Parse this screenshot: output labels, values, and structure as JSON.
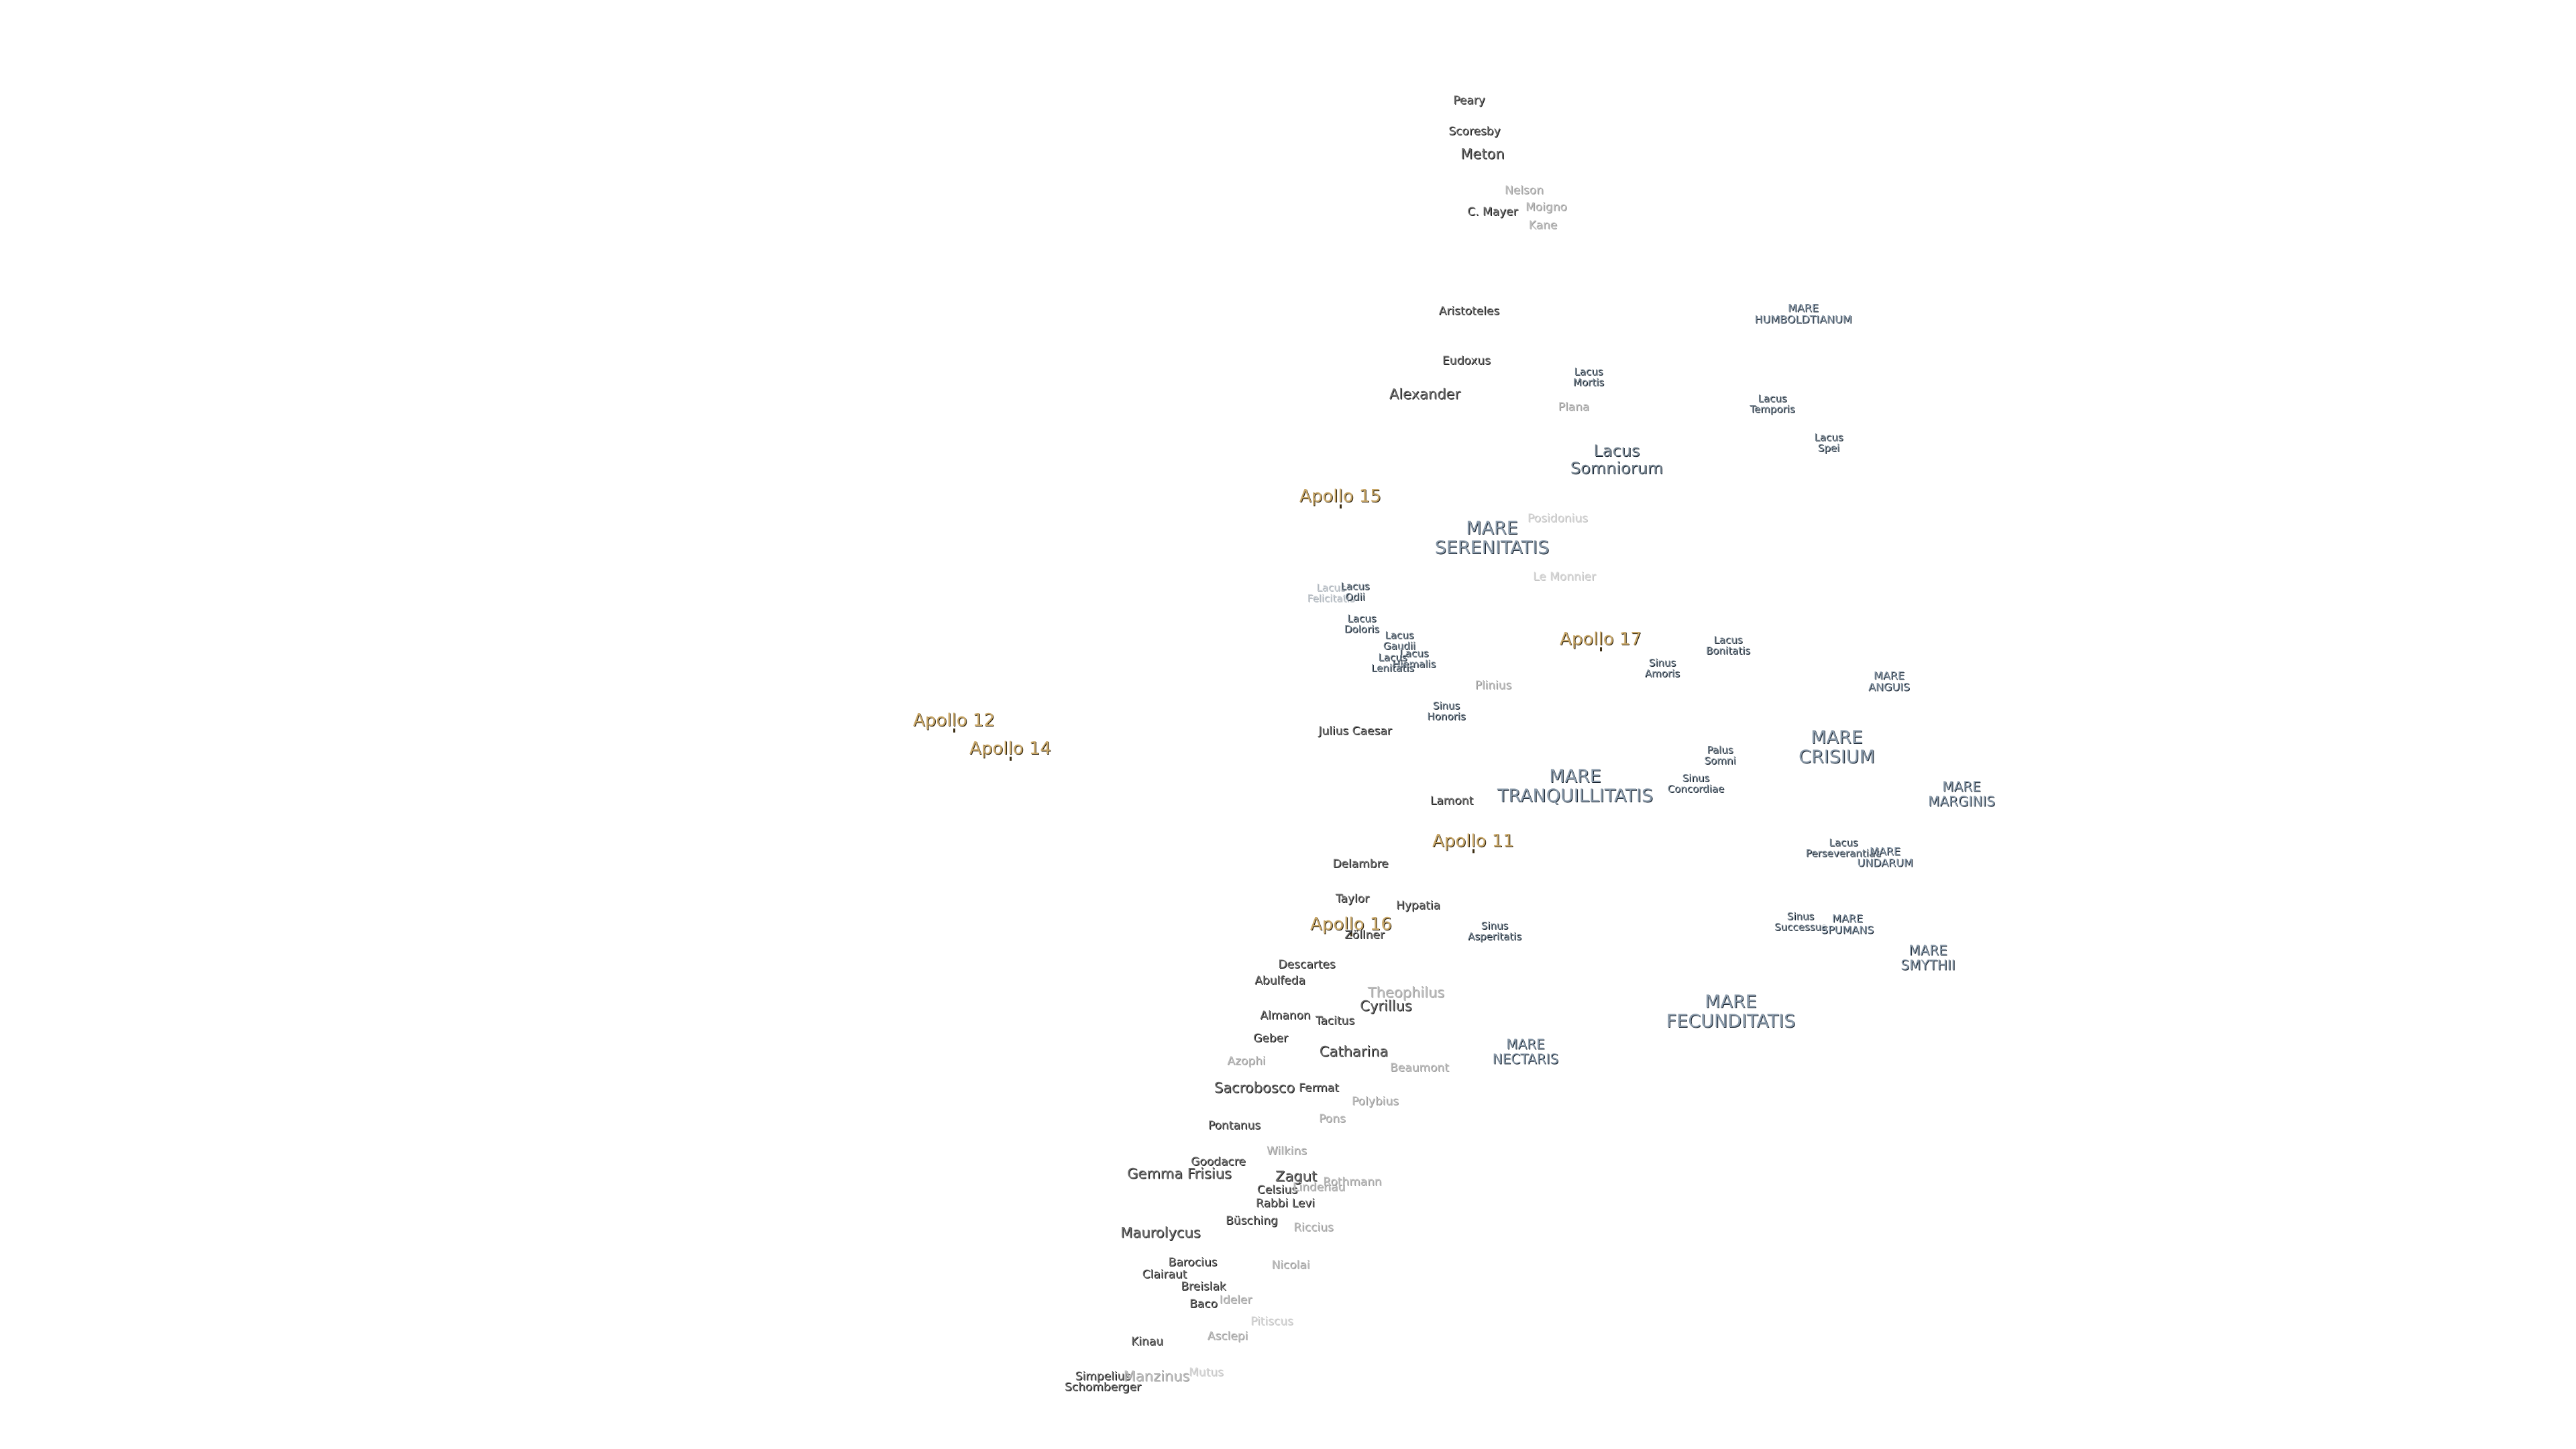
{
  "labels": {
    "peary": "Peary",
    "scoresby": "Scoresby",
    "meton": "Meton",
    "nelson": "Nelson",
    "moigno": "Moigno",
    "c_mayer": "C. Mayer",
    "kane": "Kane",
    "aristoteles": "Aristoteles",
    "eudoxus": "Eudoxus",
    "alexander": "Alexander",
    "plana": "Plana",
    "posidonius": "Posidonius",
    "le_monnier": "Le Monnier",
    "plinius": "Plinius",
    "julius_caesar": "Julius Caesar",
    "lamont": "Lamont",
    "delambre": "Delambre",
    "taylor": "Taylor",
    "hypatia": "Hypatia",
    "zollner": "Zöllner",
    "descartes": "Descartes",
    "abulfeda": "Abulfeda",
    "theophilus": "Theophilus",
    "cyrillus": "Cyrillus",
    "almanon": "Almanon",
    "tacitus": "Tacitus",
    "geber": "Geber",
    "azophi": "Azophi",
    "catharina": "Catharina",
    "beaumont": "Beaumont",
    "sacrobosco": "Sacrobosco",
    "fermat": "Fermat",
    "polybius": "Polybius",
    "pons": "Pons",
    "pontanus": "Pontanus",
    "wilkins": "Wilkins",
    "goodacre": "Goodacre",
    "gemma_frisius": "Gemma Frisius",
    "zagut": "Zagut",
    "celsius": "Celsius",
    "lindenau": "Lindenau",
    "rothmann": "Rothmann",
    "rabbi_levi": "Rabbi Levi",
    "busching": "Büsching",
    "riccius": "Riccius",
    "maurolycus": "Maurolycus",
    "barocius": "Barocius",
    "clairaut": "Clairaut",
    "nicolai": "Nicolai",
    "breislak": "Breislak",
    "baco": "Baco",
    "kinau": "Kinau",
    "asclepi": "Asclepi",
    "pitiscus": "Pitiscus",
    "simpelius": "Simpelius",
    "manzinus": "Manzinus",
    "mutus": "Mutus",
    "schomberger": "Schomberger",
    "mare_humboldtianum": "MARE\nHUMBOLDTIANUM",
    "lacus_mortis": "Lacus\nMortis",
    "lacus_temporis": "Lacus\nTemporis",
    "lacus_spei": "Lacus\nSpei",
    "lacus_somniorum": "Lacus\nSomniorum",
    "mare_serenitatis": "MARE\nSERENITATIS",
    "lacus_felicitatis": "Lacus\nFelicitatis",
    "lacus_odii": "Lacus\nOdii",
    "lacus_doloris": "Lacus\nDoloris",
    "lacus_gaudii": "Lacus\nGaudii",
    "lacus_hiemalis": "Lacus\nHiemalis",
    "lacus_lenitatis": "Lacus\nLenitatis",
    "sinus_amoris": "Sinus\nAmoris",
    "lacus_bonitatis": "Lacus\nBonitatis",
    "mare_anguis": "MARE\nANGUIS",
    "sinus_honoris": "Sinus\nHonoris",
    "palus_somni": "Palus\nSomni",
    "mare_crisium": "MARE\nCRISIUM",
    "mare_tranquillitatis": "MARE\nTRANQUILLITATIS",
    "sinus_concordiae": "Sinus\nConcordiae",
    "mare_marginis": "MARE\nMARGINIS",
    "lacus_perseverantiae": "Lacus\nPerseverantiae",
    "mare_undarum": "MARE\nUNDARUM",
    "sinus_successus": "Sinus\nSuccessus",
    "mare_spumans": "MARE\nSPUMANS",
    "sinus_asperitatis": "Sinus\nAsperitatis",
    "mare_smythii": "MARE\nSMYTHII",
    "mare_fecunditatis": "MARE\nFECUNDITATIS",
    "mare_nectaris": "MARE\nNECTARIS",
    "apollo_11": "Apollo 11",
    "apollo_12": "Apollo 12",
    "apollo_14": "Apollo 14",
    "apollo_15": "Apollo 15",
    "apollo_16": "Apollo 16",
    "apollo_17": "Apollo 17"
  },
  "colors": {
    "crater_text": "#707070",
    "mare_text": "#8a9aaa",
    "apollo_text": "#c9a86a",
    "background": "#ffffff"
  }
}
